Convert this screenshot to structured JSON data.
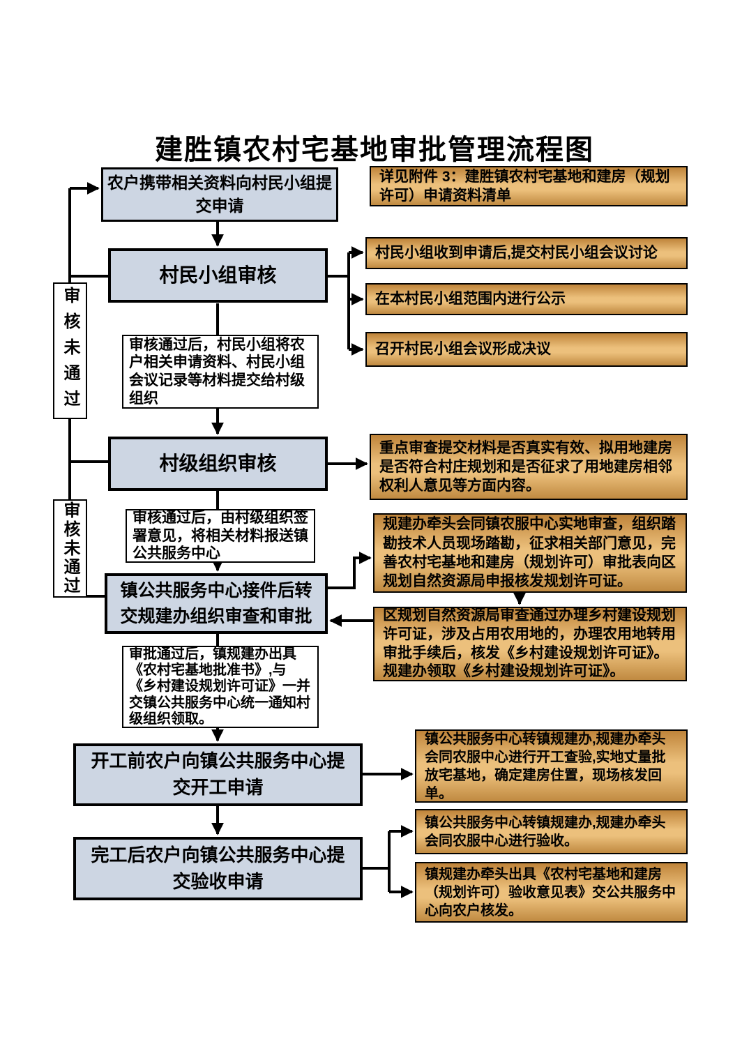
{
  "title": "建胜镇农村宅基地审批管理流程图",
  "process": {
    "apply": "农户携带相关资料向村民小组提交申请",
    "group_review": "村民小组审核",
    "village_review": "村级组织审核",
    "service_center": "镇公共服务中心接件后转交规建办组织审查和审批",
    "start_request": "开工前农户向镇公共服务中心提交开工申请",
    "acceptance_request": "完工后农户向镇公共服务中心提交验收申请"
  },
  "transition_notes": {
    "group_pass": "审核通过后，村民小组将农户相关申请资料、村民小组会议记录等材料提交给村级组织",
    "village_pass": "审核通过后，由村级组织签署意见，将相关材料报送镇公共服务中心",
    "approval_pass": "审批通过后，镇规建办出具《农村宅基地批准书》,与《乡村建设规划许可证》一并交镇公共服务中心统一通知村级组织领取。"
  },
  "reject_labels": {
    "first": "审核未通过",
    "second": "审核未通过"
  },
  "side_notes": {
    "attachment": "详见附件 3：建胜镇农村宅基地和建房（规划许可）申请资料清单",
    "group_step_1": "村民小组收到申请后,提交村民小组会议讨论",
    "group_step_2": "在本村民小组范围内进行公示",
    "group_step_3": "召开村民小组会议形成决议",
    "village_focus": "重点审查提交材料是否真实有效、拟用地建房是否符合村庄规划和是否征求了用地建房相邻权利人意见等方面内容。",
    "planning_review": "规建办牵头会同镇农服中心实地审查，组织踏勘技术人员现场踏勘，征求相关部门意见，完善农村宅基地和建房（规划许可）审批表向区规划自然资源局申报核发规划许可证。",
    "bureau_review": "区规划自然资源局审查通过办理乡村建设规划许可证，涉及占用农用地的，办理农用地转用审批手续后，核发《乡村建设规划许可证》。规建办领取《乡村建设规划许可证》。",
    "start_check": "镇公共服务中心转镇规建办,规建办牵头会同农服中心进行开工查验,实地丈量批放宅基地，确定建房住置，现场核发回单。",
    "acceptance_check": "镇公共服务中心转镇规建办,规建办牵头会同农服中心进行验收。",
    "acceptance_issue": "镇规建办牵头出具《农村宅基地和建房（规划许可）验收意见表》交公共服务中心向农户核发。"
  },
  "colors": {
    "process_fill": "#cdd6e3",
    "note_fill_dark": "#bf843a",
    "note_fill_light": "#ecc07c",
    "line": "#000000"
  }
}
